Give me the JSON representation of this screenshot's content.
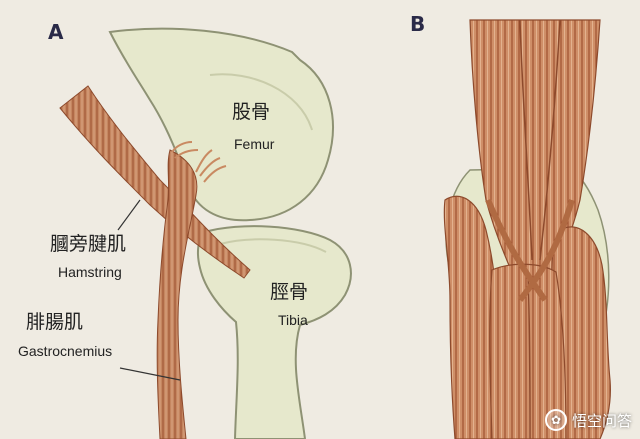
{
  "panels": [
    {
      "letter": "A"
    },
    {
      "letter": "B"
    }
  ],
  "labels": {
    "femur_cn": "股骨",
    "femur_en": "Femur",
    "tibia_cn": "脛骨",
    "tibia_en": "Tibia",
    "hamstring_cn": "膕旁腱肌",
    "hamstring_en": "Hamstring",
    "gastrocnemius_cn": "腓腸肌",
    "gastrocnemius_en": "Gastrocnemius"
  },
  "watermark": {
    "text": "悟空问答",
    "icon": "speech-bubble-icon"
  },
  "colors": {
    "bone": "#e6e8cc",
    "bone_outline": "#8e9274",
    "muscle": "#c98a62",
    "muscle_dark": "#8d4a2c",
    "background": "#efebe2"
  }
}
